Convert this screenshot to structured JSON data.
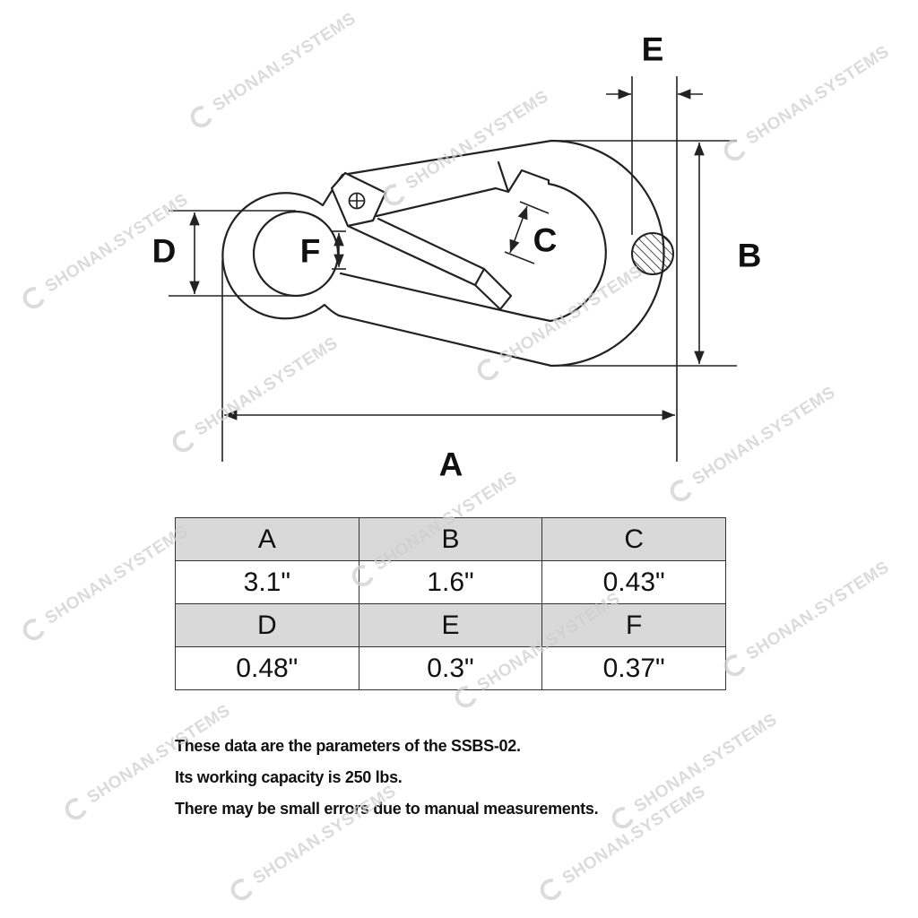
{
  "labels": {
    "a": "A",
    "b": "B",
    "c": "C",
    "d": "D",
    "e": "E",
    "f": "F"
  },
  "table": {
    "rows": [
      [
        "A",
        "B",
        "C"
      ],
      [
        "3.1\"",
        "1.6\"",
        "0.43\""
      ],
      [
        "D",
        "E",
        "F"
      ],
      [
        "0.48\"",
        "0.3\"",
        "0.37\""
      ]
    ]
  },
  "notes": [
    "These data are the parameters of the SSBS-02.",
    "Its working capacity is 250 lbs.",
    "There may be small errors due to manual measurements."
  ],
  "watermark": {
    "text": "SHONAN.SYSTEMS"
  },
  "icons": [
    "screw-icon",
    "watermark-logo-icon"
  ],
  "colors": {
    "line": "#222222",
    "header_fill": "#d9d9d9",
    "watermark": "#cfcfcf"
  }
}
